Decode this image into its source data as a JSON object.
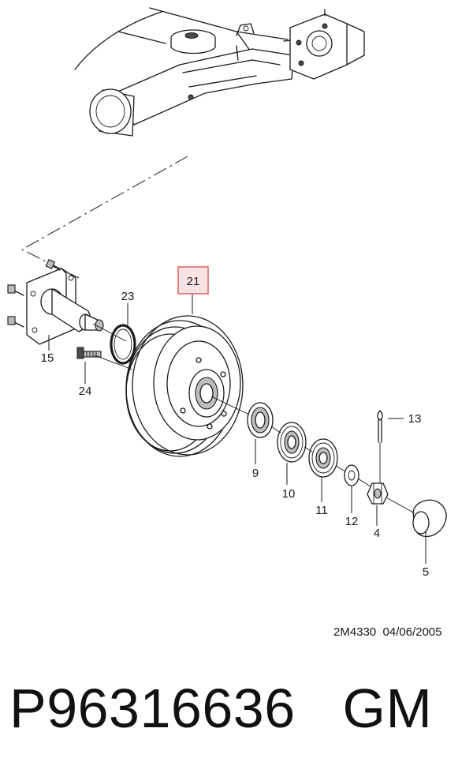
{
  "callouts": [
    {
      "label": "21",
      "highlighted": true
    },
    {
      "label": "23"
    },
    {
      "label": "15"
    },
    {
      "label": "24"
    },
    {
      "label": "13"
    },
    {
      "label": "9"
    },
    {
      "label": "10"
    },
    {
      "label": "11"
    },
    {
      "label": "12"
    },
    {
      "label": "4"
    },
    {
      "label": "5"
    }
  ],
  "drawing_code": "2M4330  04/06/2005",
  "part_title": {
    "part_number": "P96316636",
    "brand": "GM"
  },
  "colors": {
    "highlight_fill": "#fbe3e3",
    "highlight_border": "#e06b6b",
    "line": "#1a1a1a"
  }
}
